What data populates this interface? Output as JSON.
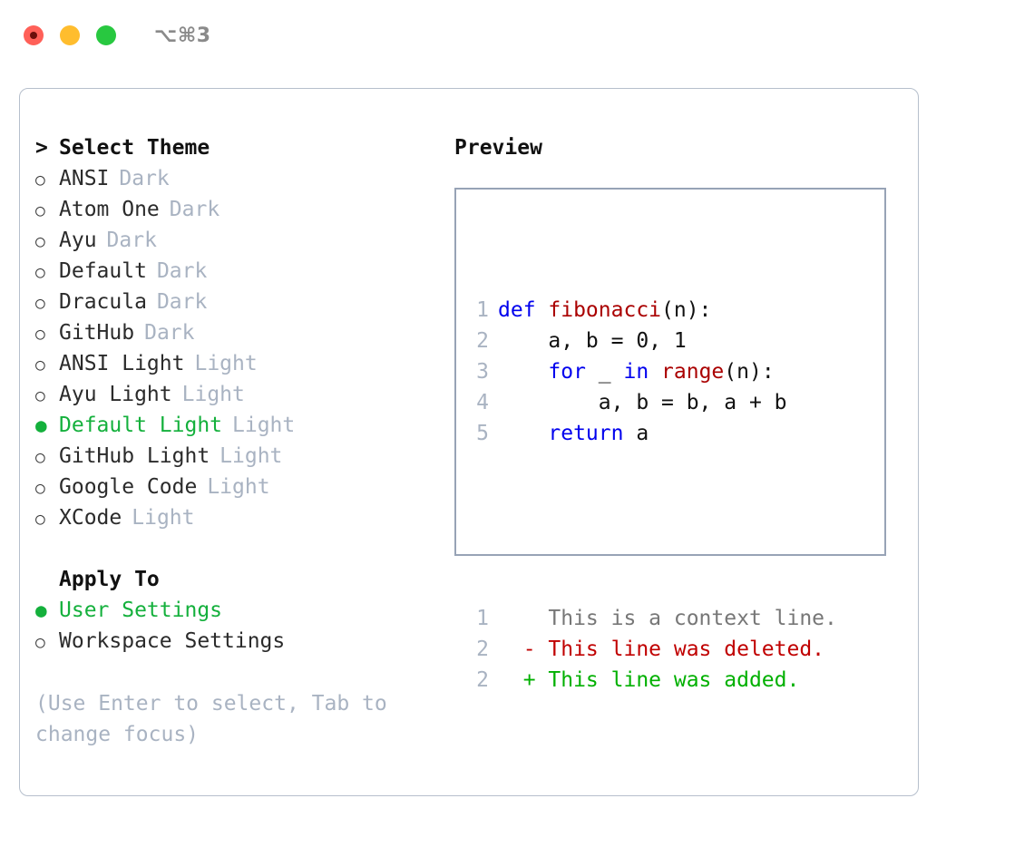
{
  "window": {
    "title": "⌥⌘3",
    "traffic_lights": [
      "close-red",
      "minimize-yellow",
      "zoom-green"
    ]
  },
  "colors": {
    "accent_green": "#14b03c",
    "muted": "#a9b3c2",
    "keyword_blue": "#0000ee",
    "function_red": "#aa0000",
    "diff_deleted": "#c00000",
    "diff_added": "#00b000",
    "panel_border": "#b6bfcc",
    "preview_border": "#97a3b6"
  },
  "theme_list": {
    "header_marker": ">",
    "header_label": "Select Theme",
    "items": [
      {
        "marker": "○",
        "label": "ANSI",
        "tag": "Dark",
        "selected": false
      },
      {
        "marker": "○",
        "label": "Atom One",
        "tag": "Dark",
        "selected": false
      },
      {
        "marker": "○",
        "label": "Ayu",
        "tag": "Dark",
        "selected": false
      },
      {
        "marker": "○",
        "label": "Default",
        "tag": "Dark",
        "selected": false
      },
      {
        "marker": "○",
        "label": "Dracula",
        "tag": "Dark",
        "selected": false
      },
      {
        "marker": "○",
        "label": "GitHub",
        "tag": "Dark",
        "selected": false
      },
      {
        "marker": "○",
        "label": "ANSI Light",
        "tag": "Light",
        "selected": false
      },
      {
        "marker": "○",
        "label": "Ayu Light",
        "tag": "Light",
        "selected": false
      },
      {
        "marker": "●",
        "label": "Default Light",
        "tag": "Light",
        "selected": true
      },
      {
        "marker": "○",
        "label": "GitHub Light",
        "tag": "Light",
        "selected": false
      },
      {
        "marker": "○",
        "label": "Google Code",
        "tag": "Light",
        "selected": false
      },
      {
        "marker": "○",
        "label": "XCode",
        "tag": "Light",
        "selected": false
      }
    ]
  },
  "apply_to": {
    "header_label": "Apply To",
    "items": [
      {
        "marker": "●",
        "label": "User Settings",
        "selected": true
      },
      {
        "marker": "○",
        "label": "Workspace Settings",
        "selected": false
      }
    ]
  },
  "hint": {
    "line1": "(Use Enter to select, Tab to",
    "line2": "change focus)"
  },
  "preview": {
    "title": "Preview",
    "code_lines": [
      {
        "no": "1",
        "tokens": [
          {
            "t": "def ",
            "k": "kw"
          },
          {
            "t": "fibonacci",
            "k": "fn"
          },
          {
            "t": "(n):",
            "k": "txt"
          }
        ]
      },
      {
        "no": "2",
        "tokens": [
          {
            "t": "    a, b = 0, 1",
            "k": "txt"
          }
        ]
      },
      {
        "no": "3",
        "tokens": [
          {
            "t": "    ",
            "k": "txt"
          },
          {
            "t": "for",
            "k": "kw"
          },
          {
            "t": " _ ",
            "k": "txt"
          },
          {
            "t": "in",
            "k": "kw"
          },
          {
            "t": " ",
            "k": "txt"
          },
          {
            "t": "range",
            "k": "fn"
          },
          {
            "t": "(n):",
            "k": "txt"
          }
        ]
      },
      {
        "no": "4",
        "tokens": [
          {
            "t": "        a, b = b, a + b",
            "k": "txt"
          }
        ]
      },
      {
        "no": "5",
        "tokens": [
          {
            "t": "    ",
            "k": "txt"
          },
          {
            "t": "return",
            "k": "kw"
          },
          {
            "t": " a",
            "k": "txt"
          }
        ]
      }
    ],
    "diff_lines": [
      {
        "no": "1",
        "sign": "  ",
        "text": "This is a context line.",
        "k": "ctx"
      },
      {
        "no": "2",
        "sign": "- ",
        "text": "This line was deleted.",
        "k": "del"
      },
      {
        "no": "2",
        "sign": "+ ",
        "text": "This line was added.",
        "k": "add"
      }
    ]
  }
}
